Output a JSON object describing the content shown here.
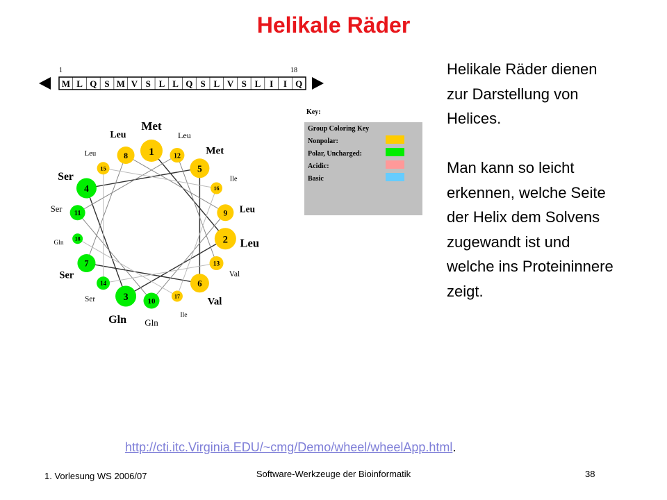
{
  "title": "Helikale Räder",
  "description": {
    "lines_1": [
      "Helikale Räder dienen",
      "zur Darstellung von",
      "Helices."
    ],
    "lines_2": [
      "Man kann so leicht",
      "erkennen, welche Seite",
      "der Helix dem Solvens",
      "zugewandt ist und",
      "welche ins Proteininnere",
      "zeigt."
    ]
  },
  "link": {
    "url": "http://cti.itc.Virginia.EDU/~cmg/Demo/wheel/wheelApp.html",
    "suffix": "."
  },
  "footer": {
    "left": "1. Vorlesung WS 2006/07",
    "center": "Software-Werkzeuge  der Bioinformatik",
    "page": "38"
  },
  "sequence": {
    "start": "1",
    "end": "18",
    "letters": [
      "M",
      "L",
      "Q",
      "S",
      "M",
      "V",
      "S",
      "L",
      "L",
      "Q",
      "S",
      "L",
      "V",
      "S",
      "L",
      "I",
      "I",
      "Q"
    ]
  },
  "key": {
    "title": "Key:",
    "heading": "Group Coloring Key",
    "entries": [
      {
        "label": "Nonpolar:",
        "color": "#ffcc00"
      },
      {
        "label": "Polar, Uncharged:",
        "color": "#00ee00"
      },
      {
        "label": "Acidic:",
        "color": "#ff9999"
      },
      {
        "label": "Basic",
        "color": "#66ccff"
      }
    ]
  },
  "wheel": {
    "colors": {
      "nonpolar": "#ffcc00",
      "polar": "#00ee00"
    },
    "residues": [
      {
        "num": "1",
        "aa": "Met",
        "group": "nonpolar"
      },
      {
        "num": "2",
        "aa": "Leu",
        "group": "nonpolar"
      },
      {
        "num": "3",
        "aa": "Gln",
        "group": "polar"
      },
      {
        "num": "4",
        "aa": "Ser",
        "group": "polar"
      },
      {
        "num": "5",
        "aa": "Met",
        "group": "nonpolar"
      },
      {
        "num": "6",
        "aa": "Val",
        "group": "nonpolar"
      },
      {
        "num": "7",
        "aa": "Ser",
        "group": "polar"
      },
      {
        "num": "8",
        "aa": "Leu",
        "group": "nonpolar"
      },
      {
        "num": "9",
        "aa": "Leu",
        "group": "nonpolar"
      },
      {
        "num": "10",
        "aa": "Gln",
        "group": "polar"
      },
      {
        "num": "11",
        "aa": "Ser",
        "group": "polar"
      },
      {
        "num": "12",
        "aa": "Leu",
        "group": "nonpolar"
      },
      {
        "num": "13",
        "aa": "Val",
        "group": "nonpolar"
      },
      {
        "num": "14",
        "aa": "Ser",
        "group": "polar"
      },
      {
        "num": "15",
        "aa": "Leu",
        "group": "nonpolar"
      },
      {
        "num": "16",
        "aa": "Ile",
        "group": "nonpolar"
      },
      {
        "num": "17",
        "aa": "Ile",
        "group": "nonpolar"
      },
      {
        "num": "18",
        "aa": "Gln",
        "group": "polar"
      }
    ]
  }
}
